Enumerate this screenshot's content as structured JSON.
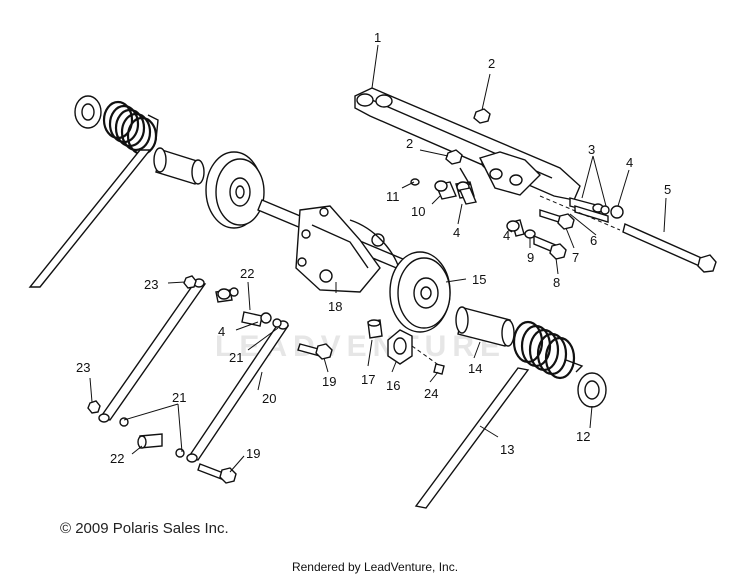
{
  "diagram": {
    "watermark": "LEADVENTURE",
    "copyright": "© 2009 Polaris Sales Inc.",
    "credit": "Rendered by LeadVenture, Inc.",
    "callouts": {
      "c1": "1",
      "c2a": "2",
      "c2b": "2",
      "c3": "3",
      "c4a": "4",
      "c4b": "4",
      "c4c": "4",
      "c4d": "4",
      "c5": "5",
      "c6": "6",
      "c7": "7",
      "c8": "8",
      "c9": "9",
      "c10": "10",
      "c11": "11",
      "c12": "12",
      "c13": "13",
      "c14": "14",
      "c15": "15",
      "c16": "16",
      "c17": "17",
      "c18": "18",
      "c19a": "19",
      "c19b": "19",
      "c20": "20",
      "c21a": "21",
      "c21b": "21",
      "c22a": "22",
      "c22b": "22",
      "c23a": "23",
      "c23b": "23",
      "c24": "24"
    }
  }
}
